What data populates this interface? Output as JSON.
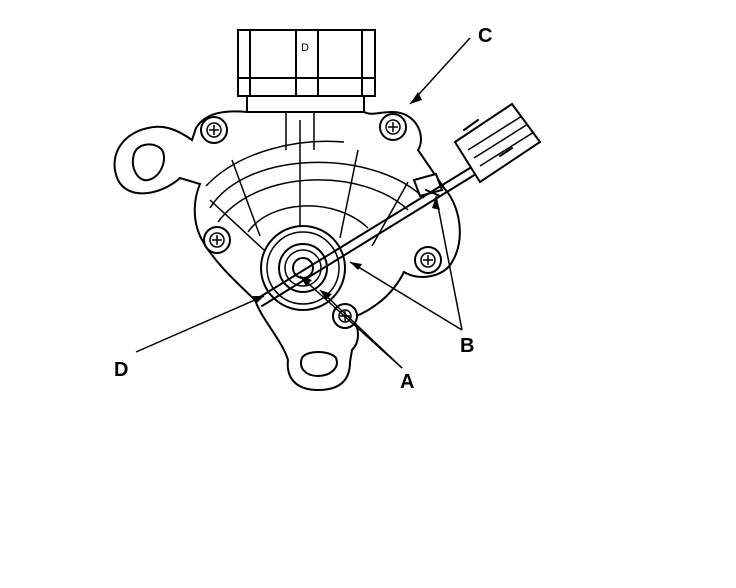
{
  "diagram": {
    "labels": {
      "a": "A",
      "b": "B",
      "c": "C",
      "d": "D"
    },
    "connector_mark": "D"
  }
}
